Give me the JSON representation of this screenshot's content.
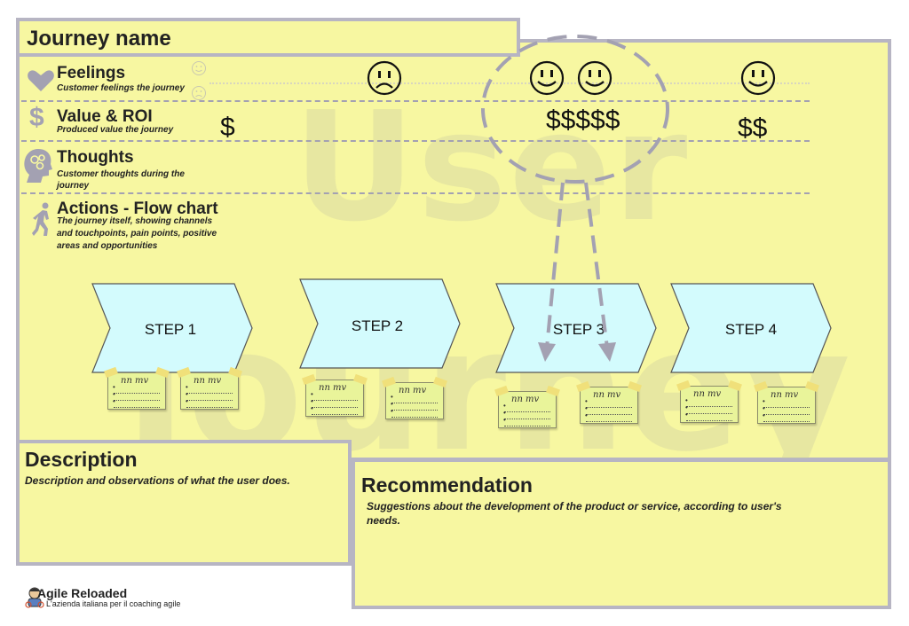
{
  "journey": {
    "title": "Journey name"
  },
  "watermark": {
    "line1": "User",
    "line2": "Journey"
  },
  "rows": {
    "feelings": {
      "title": "Feelings",
      "subtitle": "Customer feelings the journey"
    },
    "value": {
      "title": "Value & ROI",
      "subtitle": "Produced value the journey"
    },
    "thoughts": {
      "title": "Thoughts",
      "subtitle_1": "Customer thoughts during the",
      "subtitle_2": "journey"
    },
    "actions": {
      "title": "Actions - Flow chart",
      "subtitle_1": "The journey itself, showing channels",
      "subtitle_2": "and touchpoints, pain points, positive",
      "subtitle_3": "areas and opportunities"
    }
  },
  "feelings_marks": [
    "sad-face",
    "happy-face",
    "happy-face",
    "happy-face"
  ],
  "value_marks": {
    "step1": "$",
    "step3": "$$$$$",
    "step4": "$$"
  },
  "steps": [
    "STEP 1",
    "STEP 2",
    "STEP 3",
    "STEP 4"
  ],
  "note_scribble": "nn mv",
  "description": {
    "title": "Description",
    "text": "Description and observations of what the user does."
  },
  "recommendation": {
    "title": "Recommendation",
    "text_1": "Suggestions about the development of the product or service, according to user's",
    "text_2": "needs."
  },
  "brand": {
    "name": "Agile Reloaded",
    "tagline": "L'azienda italiana per il coaching agile"
  },
  "colors": {
    "panel": "#f7f7a1",
    "border": "#b7b5c3",
    "step_fill": "#d3fbfd",
    "note": "#e9f49a",
    "accent_gray": "#a3a1b2"
  }
}
